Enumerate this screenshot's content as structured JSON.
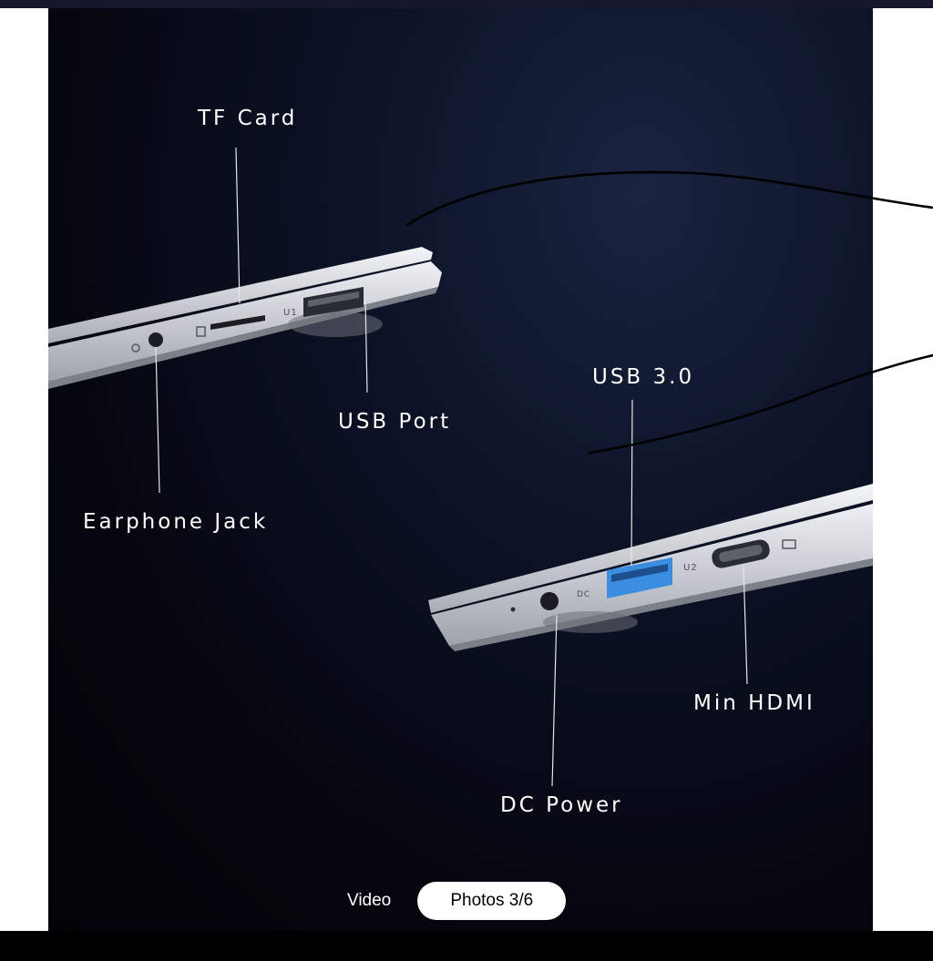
{
  "callouts": {
    "tf_card": "TF Card",
    "usb_port": "USB Port",
    "earphone_jack": "Earphone Jack",
    "usb_30": "USB 3.0",
    "min_hdmi": "Min HDMI",
    "dc_power": "DC Power"
  },
  "port_marks": {
    "u1": "U1",
    "u2": "U2",
    "dc": "DC"
  },
  "gallery": {
    "video_tab": "Video",
    "photos_tab": "Photos 3/6"
  },
  "colors": {
    "background_dark": "#05070f",
    "usb30_blue": "#3b8de0",
    "laptop_silver": "#c9ccd3"
  }
}
